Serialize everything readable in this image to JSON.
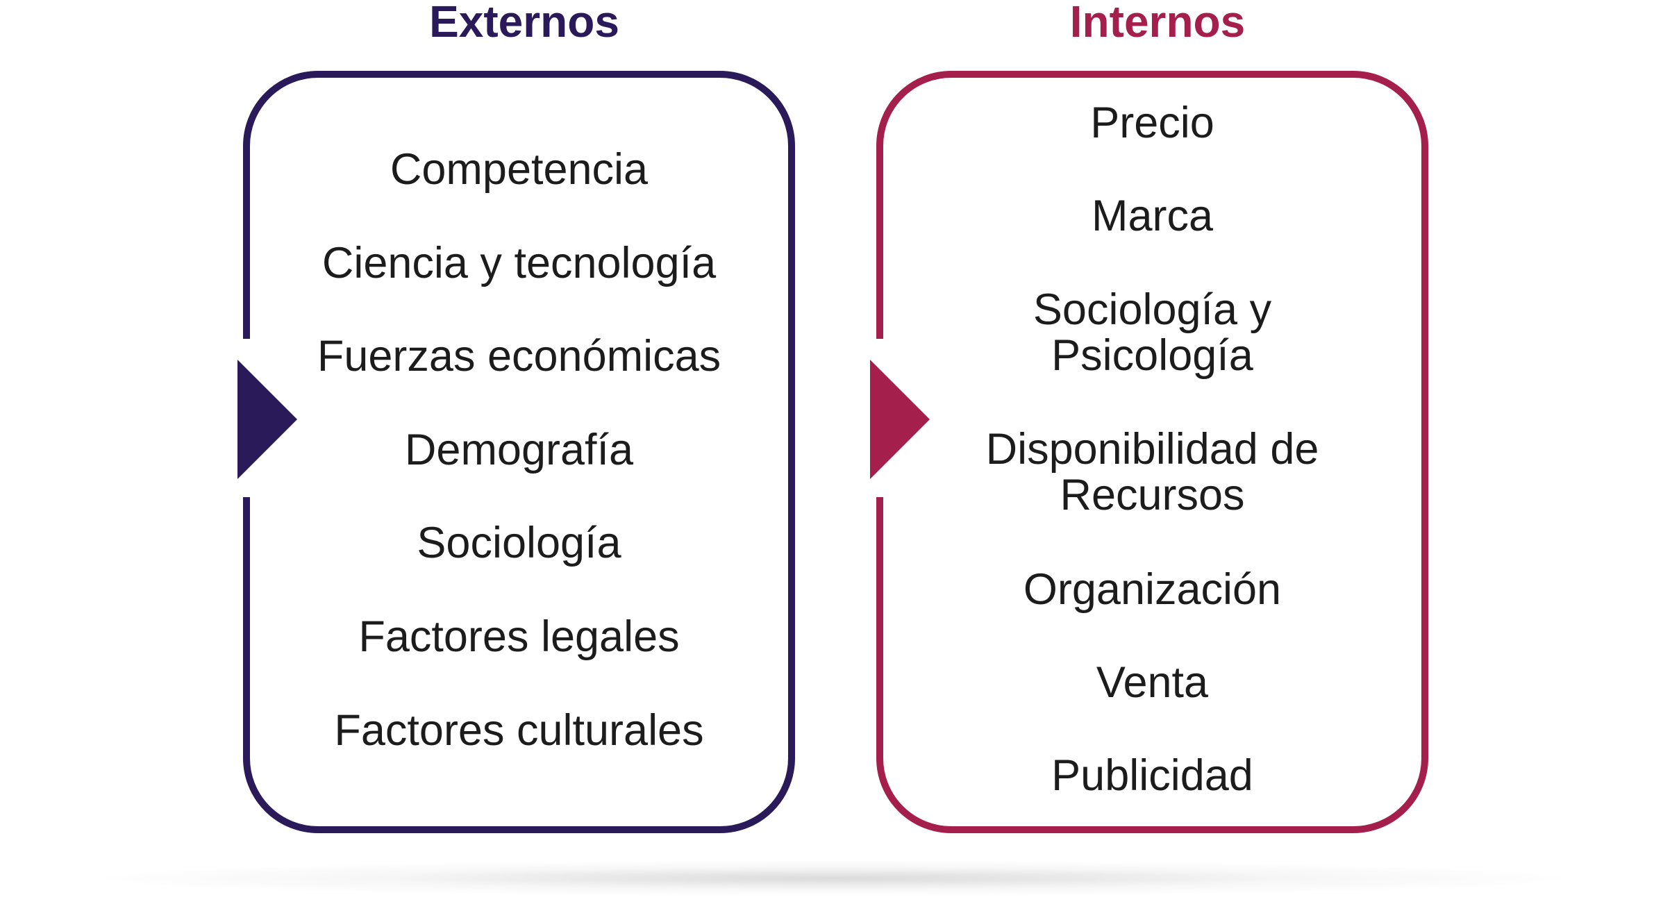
{
  "colors": {
    "externos": "#2b1a5a",
    "internos": "#a51f4c",
    "text": "#1c1c1c"
  },
  "externos": {
    "title": "Externos",
    "items": [
      "Competencia",
      "Ciencia y tecnología",
      "Fuerzas económicas",
      "Demografía",
      "Sociología",
      "Factores legales",
      "Factores culturales"
    ]
  },
  "internos": {
    "title": "Internos",
    "items": [
      "Precio",
      "Marca",
      "Sociología y",
      "Psicología",
      "Disponibilidad de",
      "Recursos",
      "Organización",
      "Venta",
      "Publicidad"
    ]
  }
}
